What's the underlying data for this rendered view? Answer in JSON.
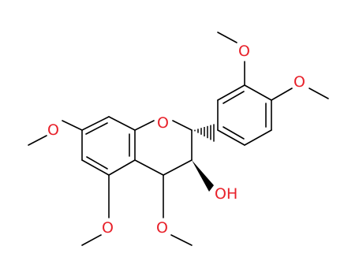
{
  "molecule": {
    "colors": {
      "bond": "#000000",
      "heteroatom": "#e8212a",
      "background": "#ffffff"
    },
    "atoms": {
      "o_3prime": "O",
      "o_4prime": "O",
      "o_ring": "O",
      "o_7": "O",
      "oh_3": "OH",
      "o_5": "O",
      "o_4": "O"
    }
  }
}
